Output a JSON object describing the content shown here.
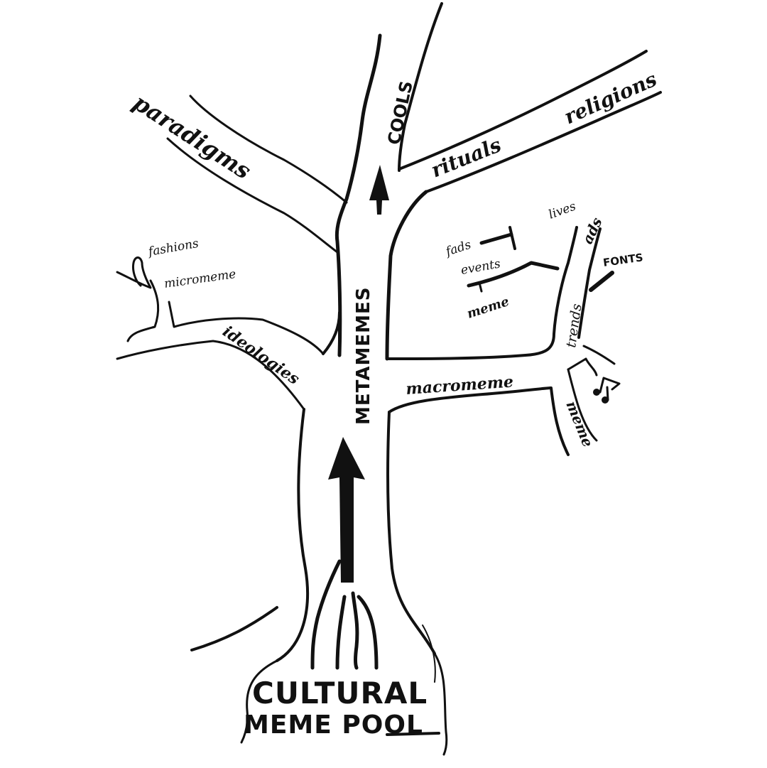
{
  "diagram": {
    "root": {
      "line1": "CULTURAL",
      "line2": "MEME POOL"
    },
    "trunk_label": "METAMEMES",
    "top_branch": "COOLS",
    "branches": {
      "paradigms": "paradigms",
      "rituals": "rituals",
      "religions": "religions",
      "ideologies": "ideologies",
      "fashions": "fashions",
      "micromeme": "micromeme",
      "macromeme": "macromeme",
      "fads": "fads",
      "lives": "lives",
      "events": "events",
      "meme_small": "meme",
      "trends": "trends",
      "ads": "ads",
      "fonts": "FONTS",
      "meme_branch": "meme"
    },
    "colors": {
      "ink": "#111111",
      "paper": "#ffffff"
    },
    "icons": [
      "arrow-up-icon",
      "music-note-icon"
    ]
  }
}
